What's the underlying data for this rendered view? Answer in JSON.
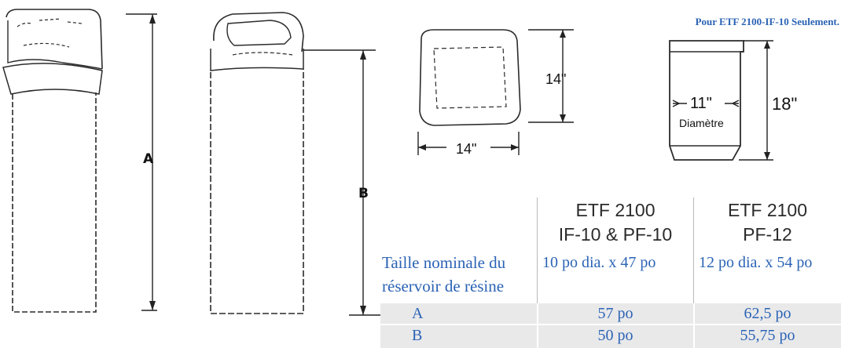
{
  "note": "Pour ETF 2100-IF-10 Seulement.",
  "drawing_labels": {
    "dim_a": "A",
    "dim_b": "B",
    "top_depth": "14\"",
    "top_width": "14\"",
    "brine_diameter": "11\"",
    "brine_diameter_word": "Diamètre",
    "brine_height": "18\""
  },
  "table": {
    "col1_header_line1": "ETF 2100",
    "col1_header_line2": "IF-10 & PF-10",
    "col2_header_line1": "ETF 2100",
    "col2_header_line2": "PF-12",
    "rows": [
      {
        "label_line1": "Taille nominale du",
        "label_line2": "réservoir de résine",
        "col1": "10 po dia. x 47 po",
        "col2": "12 po dia. x 54 po"
      },
      {
        "label": "A",
        "col1": "57 po",
        "col2": "62,5 po"
      },
      {
        "label": "B",
        "col1": "50 po",
        "col2": "55,75 po"
      }
    ]
  }
}
